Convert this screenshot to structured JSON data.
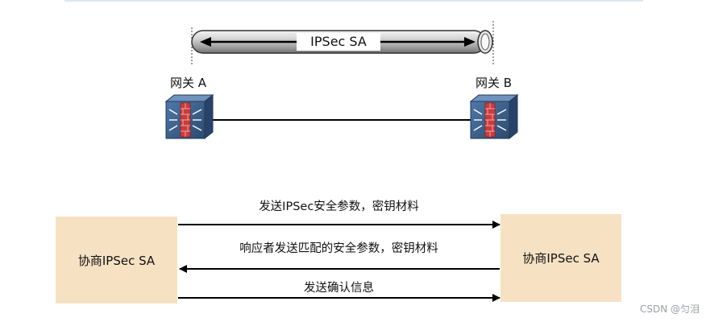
{
  "tunnel": {
    "label": "IPSec SA"
  },
  "gateways": {
    "a_label": "网关 A",
    "b_label": "网关 B"
  },
  "negotiation": {
    "left_box": "协商IPSec SA",
    "right_box": "协商IPSec SA",
    "messages": [
      {
        "text": "发送IPSec安全参数，密钥材料",
        "direction": "right"
      },
      {
        "text": "响应者发送匹配的安全参数，密钥材料",
        "direction": "left"
      },
      {
        "text": "发送确认信息",
        "direction": "right"
      }
    ]
  },
  "watermark": "CSDN @匀泪",
  "colors": {
    "tunnel_fill": "#c9c9c9",
    "box_fill": "#f6e2c3",
    "device_blue": "#3a5d86",
    "device_red": "#cc3b3b"
  }
}
